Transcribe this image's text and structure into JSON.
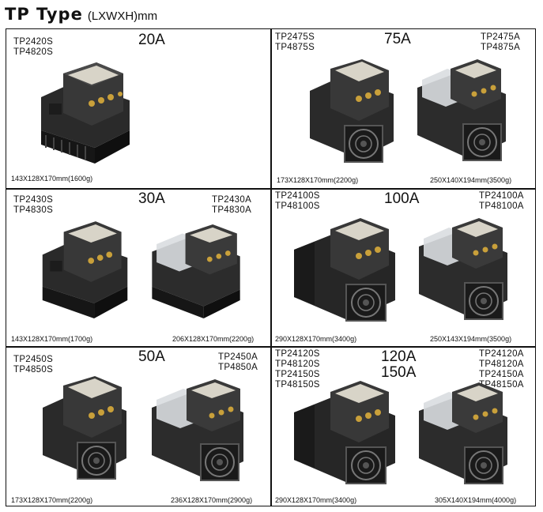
{
  "title": {
    "main": "TP Type",
    "sub": "(LXWXH)mm"
  },
  "cells": [
    {
      "amp": [
        "20A"
      ],
      "models_left": [
        "TP2420S",
        "TP4820S"
      ],
      "models_right": [],
      "dims": [
        "143X128X170mm(1600g)"
      ]
    },
    {
      "amp": [
        "75A"
      ],
      "models_left": [
        "TP2475S",
        "TP4875S"
      ],
      "models_right": [
        "TP2475A",
        "TP4875A"
      ],
      "dims": [
        "173X128X170mm(2200g)",
        "250X140X194mm(3500g)"
      ]
    },
    {
      "amp": [
        "30A"
      ],
      "models_left": [
        "TP2430S",
        "TP4830S"
      ],
      "models_right": [
        "TP2430A",
        "TP4830A"
      ],
      "dims": [
        "143X128X170mm(1700g)",
        "206X128X170mm(2200g)"
      ]
    },
    {
      "amp": [
        "100A"
      ],
      "models_left": [
        "TP24100S",
        "TP48100S"
      ],
      "models_right": [
        "TP24100A",
        "TP48100A"
      ],
      "dims": [
        "290X128X170mm(3400g)",
        "250X143X194mm(3500g)"
      ]
    },
    {
      "amp": [
        "50A"
      ],
      "models_left": [
        "TP2450S",
        "TP4850S"
      ],
      "models_right": [
        "TP2450A",
        "TP4850A"
      ],
      "dims": [
        "173X128X170mm(2200g)",
        "236X128X170mm(2900g)"
      ]
    },
    {
      "amp": [
        "120A",
        "150A"
      ],
      "models_left": [
        "TP24120S",
        "TP48120S",
        "TP24150S",
        "TP48150S"
      ],
      "models_right": [
        "TP24120A",
        "TP48120A",
        "TP24150A",
        "TP48150A"
      ],
      "dims": [
        "290X128X170mm(3400g)",
        "305X140X194mm(4000g)"
      ]
    }
  ]
}
